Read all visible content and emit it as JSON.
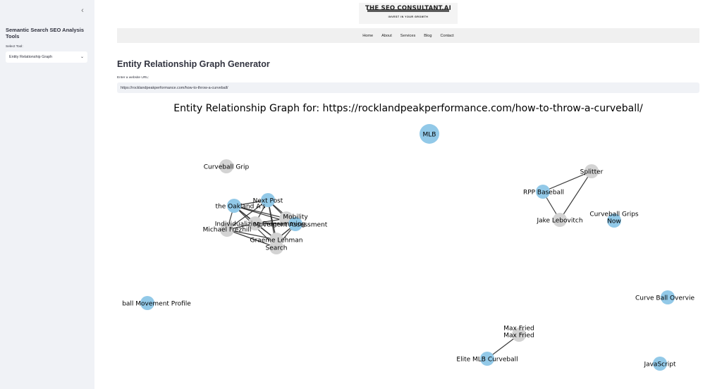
{
  "sidebar": {
    "collapse_icon": "chevron-left-icon",
    "title": "Semantic Search SEO Analysis Tools",
    "select_label": "Select Tool:",
    "selected_tool": "Entity Relationship Graph"
  },
  "header": {
    "logo_title": "THE SEO CONSULTANT.AI",
    "logo_tagline": "INVEST IN YOUR GROWTH",
    "nav": [
      "Home",
      "About",
      "Services",
      "Blog",
      "Contact"
    ]
  },
  "main": {
    "title": "Entity Relationship Graph Generator",
    "url_label": "Enter a website URL:",
    "url_value": "https://rocklandpeakperformance.com/how-to-throw-a-curveball/"
  },
  "graph": {
    "title": "Entity Relationship Graph for: https://rocklandpeakperformance.com/how-to-throw-a-curveball/",
    "colors": {
      "blue": "#92c9e8",
      "gray": "#d3d3d3"
    },
    "nodes": [
      {
        "id": "mlb",
        "label": "MLB",
        "color": "blue"
      },
      {
        "id": "curveball-grip",
        "label": "Curveball Grip",
        "color": "gray"
      },
      {
        "id": "oakland",
        "label": "the Oakland A's",
        "color": "blue"
      },
      {
        "id": "next-post",
        "label": "Next Post",
        "color": "blue"
      },
      {
        "id": "mobility",
        "label": "Mobility",
        "color": "gray"
      },
      {
        "id": "individualizing",
        "label": "Individualizing Programming",
        "color": "gray"
      },
      {
        "id": "movement-assessment",
        "label": "Movement Assessment",
        "color": "blue"
      },
      {
        "id": "michael-frezhill",
        "label": "Michael Frezhill",
        "color": "gray"
      },
      {
        "id": "graeme-lehman",
        "label": "Graeme Lehman",
        "color": "gray"
      },
      {
        "id": "search",
        "label": "Search",
        "color": "gray"
      },
      {
        "id": "rpp-baseball",
        "label": "RPP Baseball",
        "color": "blue"
      },
      {
        "id": "splitter",
        "label": "Splitter",
        "color": "gray"
      },
      {
        "id": "jake-lebovitch",
        "label": "Jake Lebovitch",
        "color": "gray"
      },
      {
        "id": "curveball-grips-now",
        "label": "Curveball Grips\nNow",
        "color": "blue"
      },
      {
        "id": "ball-movement",
        "label": "ball Movement Profile",
        "color": "blue"
      },
      {
        "id": "curve-ball-overview",
        "label": "Curve Ball Overvie",
        "color": "blue"
      },
      {
        "id": "max-fried",
        "label": "Max Fried\nMax Fried",
        "color": "gray"
      },
      {
        "id": "elite-mlb-curveball",
        "label": "Elite MLB Curveball",
        "color": "blue"
      },
      {
        "id": "javascript",
        "label": "JavaScript",
        "color": "blue"
      }
    ],
    "edges": [
      [
        "oakland",
        "next-post"
      ],
      [
        "oakland",
        "mobility"
      ],
      [
        "oakland",
        "individualizing"
      ],
      [
        "oakland",
        "movement-assessment"
      ],
      [
        "oakland",
        "michael-frezhill"
      ],
      [
        "oakland",
        "graeme-lehman"
      ],
      [
        "oakland",
        "search"
      ],
      [
        "next-post",
        "mobility"
      ],
      [
        "next-post",
        "individualizing"
      ],
      [
        "next-post",
        "movement-assessment"
      ],
      [
        "next-post",
        "michael-frezhill"
      ],
      [
        "next-post",
        "graeme-lehman"
      ],
      [
        "next-post",
        "search"
      ],
      [
        "mobility",
        "individualizing"
      ],
      [
        "mobility",
        "movement-assessment"
      ],
      [
        "individualizing",
        "movement-assessment"
      ],
      [
        "individualizing",
        "michael-frezhill"
      ],
      [
        "individualizing",
        "graeme-lehman"
      ],
      [
        "movement-assessment",
        "graeme-lehman"
      ],
      [
        "michael-frezhill",
        "graeme-lehman"
      ],
      [
        "michael-frezhill",
        "search"
      ],
      [
        "graeme-lehman",
        "movement-assessment"
      ],
      [
        "search",
        "movement-assessment"
      ],
      [
        "rpp-baseball",
        "splitter"
      ],
      [
        "rpp-baseball",
        "jake-lebovitch"
      ],
      [
        "splitter",
        "jake-lebovitch"
      ],
      [
        "max-fried",
        "elite-mlb-curveball"
      ]
    ]
  }
}
